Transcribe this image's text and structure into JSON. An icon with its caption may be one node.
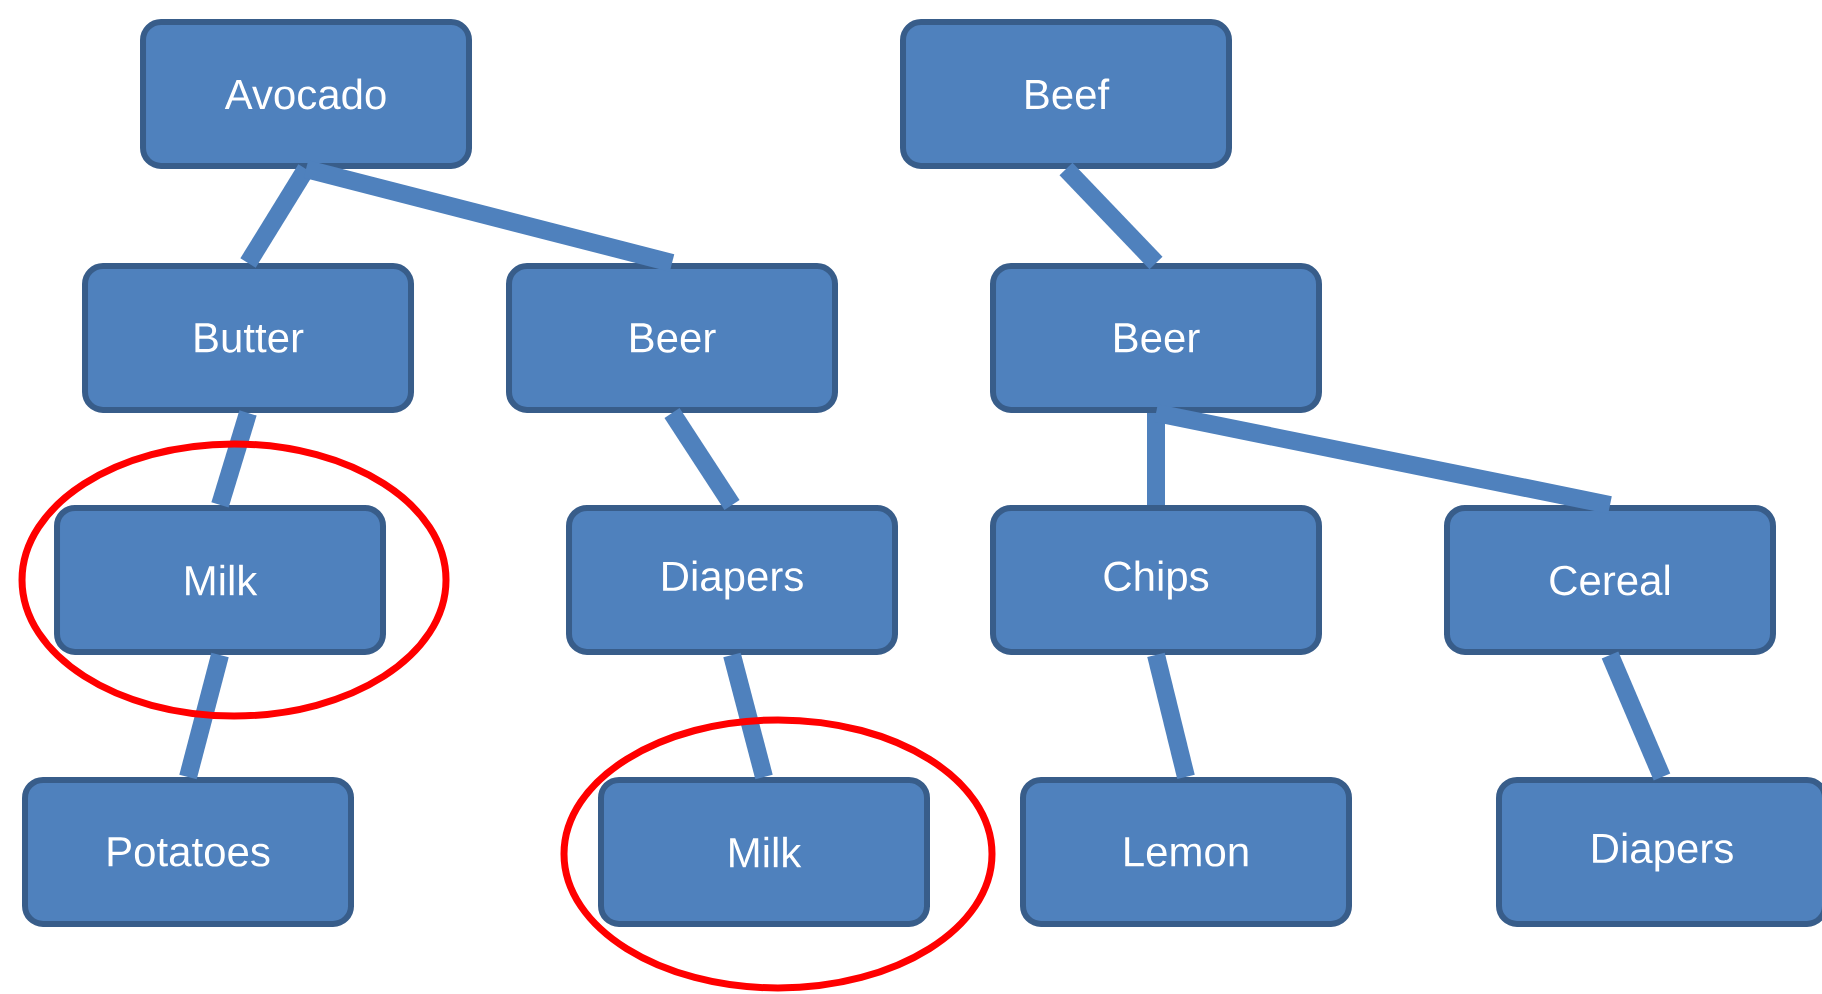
{
  "diagram": {
    "nodes": [
      {
        "text": [
          "Avocado"
        ]
      },
      {
        "text": [
          "Beef"
        ]
      },
      {
        "text": [
          "Butter"
        ]
      },
      {
        "text": [
          "Beer"
        ]
      },
      {
        "text": [
          "Beer"
        ]
      },
      {
        "text": [
          "Milk"
        ]
      },
      {
        "text": [
          "Diapers"
        ]
      },
      {
        "text": [
          "Chips"
        ]
      },
      {
        "text": [
          "Cereal"
        ]
      },
      {
        "text": [
          "Potatoes"
        ]
      },
      {
        "text": [
          "Milk"
        ]
      },
      {
        "text": [
          "Lemon"
        ]
      },
      {
        "text": [
          "Diapers"
        ]
      }
    ],
    "edges": [
      {
        "from": 0,
        "to": 2,
        "arrow": "none"
      },
      {
        "from": 0,
        "to": 3,
        "arrow": "none"
      },
      {
        "from": 1,
        "to": 4,
        "arrow": "none"
      },
      {
        "from": 2,
        "to": 5,
        "arrow": "none"
      },
      {
        "from": 3,
        "to": 6,
        "arrow": "none"
      },
      {
        "from": 4,
        "to": 7,
        "arrow": "none"
      },
      {
        "from": 4,
        "to": 8,
        "arrow": "none"
      },
      {
        "from": 5,
        "to": 9,
        "arrow": "none"
      },
      {
        "from": 6,
        "to": 10,
        "arrow": "none"
      },
      {
        "from": 7,
        "to": 11,
        "arrow": "none"
      },
      {
        "from": 8,
        "to": 12,
        "arrow": "none"
      }
    ]
  }
}
